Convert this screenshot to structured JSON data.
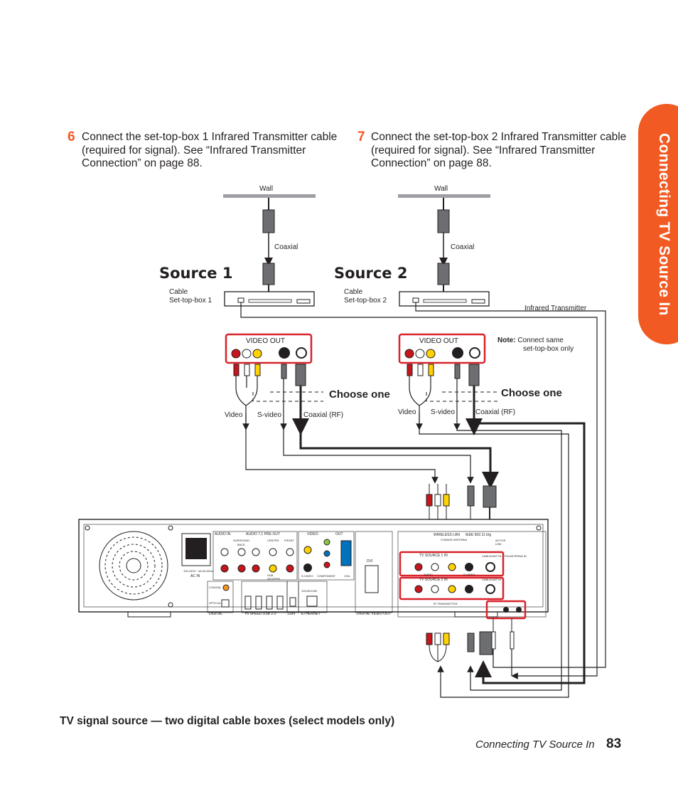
{
  "side_tab": "Connecting TV Source In",
  "steps": [
    {
      "number": "6",
      "lines": [
        "Connect the set-top-box 1 Infrared Transmitter cable",
        "(required for signal). See “Infrared Transmitter",
        "Connection” on page 88."
      ]
    },
    {
      "number": "7",
      "lines": [
        "Connect the set-top-box 2 Infrared Transmitter cable",
        "(required for signal). See “Infrared Transmitter",
        "Connection” on page 88."
      ]
    }
  ],
  "diagram": {
    "source1_title": "Source 1",
    "source2_title": "Source 2",
    "wall_label": "Wall",
    "coaxial_label": "Coaxial",
    "cable_box1": [
      "Cable",
      "Set-top-box 1"
    ],
    "cable_box2": [
      "Cable",
      "Set-top-box 2"
    ],
    "infrared_label": "Infrared Transmitter",
    "video_out": "VIDEO OUT",
    "note_bold": "Note:",
    "note_text": [
      "Connect same",
      "set-top-box only"
    ],
    "choose_one": "Choose one",
    "conn_video": "Video",
    "conn_svideo": "S-video",
    "conn_coax": "Coaxial (RF)",
    "panel_labels": {
      "audio_in": "AUDIO IN",
      "audio_pre_out": "AUDIO 7.1 PRE-OUT",
      "video": "VIDEO",
      "out": "OUT",
      "ac_in": "AC IN",
      "voltage": "100-240V~ 4A 50-60Hz",
      "digital": "DIGITAL",
      "hi_speed_usb": "HI SPEED USB 2.0",
      "ieee1394": "1394",
      "ethernet": "ETHERNET",
      "eth_speed": "10/100/1000",
      "digital_video_out": "DIGITAL VIDEO OUT",
      "dvi": "DVI",
      "component": "COMPONENT",
      "vga": "VGA",
      "svideo": "S-VIDEO",
      "coaxial": "COAXIAL",
      "optical": "OPTICAL",
      "wireless_lan": "WIRELESS LAN",
      "bg": "IEEE 802.11 b/g",
      "change_antenna": "CHANGE ANTENNA",
      "active_link": "ACTIVE LINK",
      "tv_source_1": "TV SOURCE 1 IN",
      "tv_source_2": "TV SOURCE 2 IN",
      "audio": "AUDIO",
      "svideo2": "S-VIDEO",
      "cable_ant_in": "CABLE/ANT IN",
      "fm_antenna_in": "FM ANTENNA IN",
      "ir_transmitter": "IR TRANSMITTER",
      "surround": "SURROUND",
      "center": "CENTER",
      "front": "FRONT",
      "back": "BACK",
      "sub": "SUB WOOFER"
    }
  },
  "caption": "TV signal source — two digital cable boxes (select models only)",
  "footer": {
    "section": "Connecting TV Source In",
    "page": "83"
  }
}
